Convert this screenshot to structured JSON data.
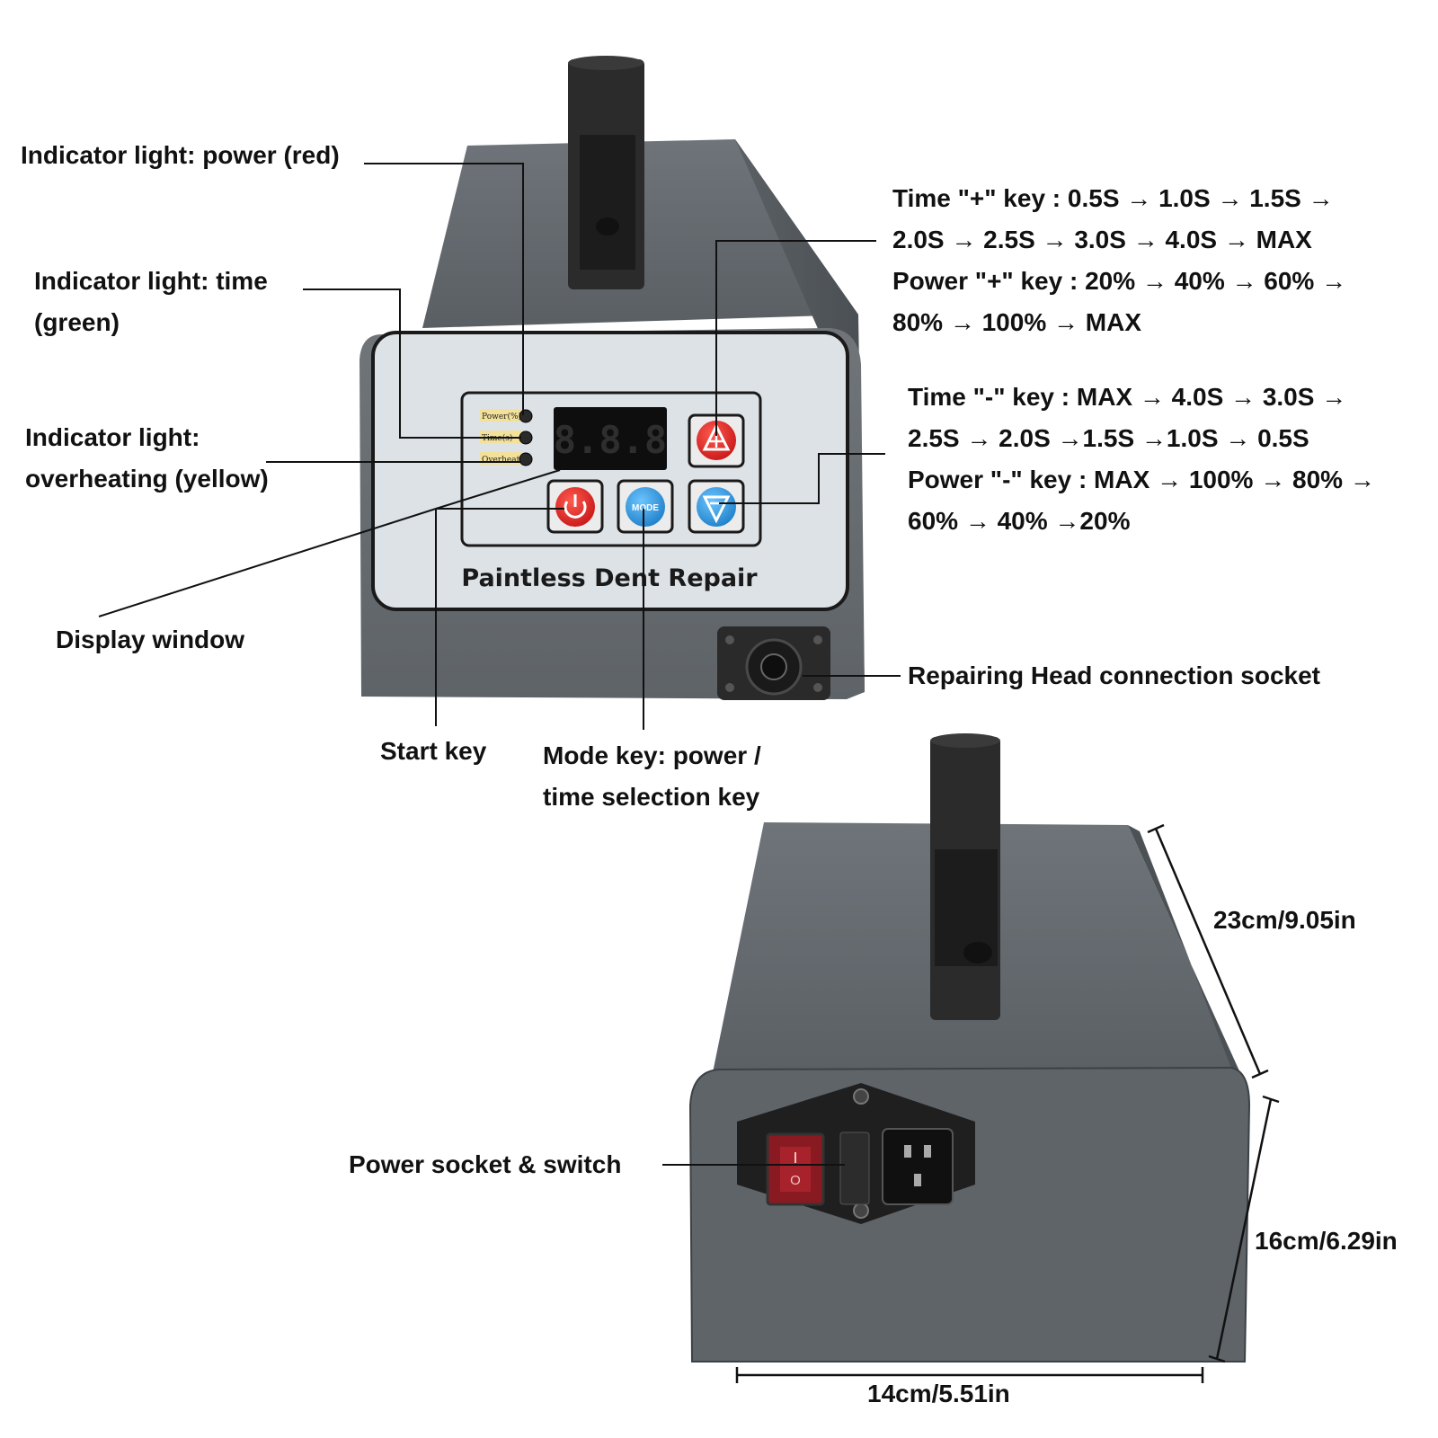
{
  "front_panel": {
    "led_labels": [
      "Power(%)",
      "Time(s)",
      "Overheat"
    ],
    "display_digits": "8.8.8",
    "mode_button_text": "MODE",
    "panel_title": "Paintless Dent Repair"
  },
  "callouts": {
    "power_light": "Indicator light: power (red)",
    "time_light": [
      "Indicator light: time",
      "(green)"
    ],
    "overheat_light": [
      "Indicator light:",
      "overheating (yellow)"
    ],
    "display_window": "Display window",
    "start_key": "Start key",
    "mode_key": [
      "Mode key: power /",
      "time selection key"
    ],
    "plus_key": [
      "Time \"+\" key : 0.5S → 1.0S → 1.5S →",
      "2.0S → 2.5S → 3.0S → 4.0S → MAX",
      "Power \"+\" key : 20% → 40% → 60% →",
      "80% → 100% → MAX"
    ],
    "minus_key": [
      "Time \"-\" key : MAX → 4.0S → 3.0S →",
      "2.5S → 2.0S →1.5S →1.0S → 0.5S",
      "Power \"-\" key : MAX → 100% → 80% →",
      "60% → 40% →20%"
    ],
    "head_socket": "Repairing Head connection socket",
    "power_socket": "Power socket & switch"
  },
  "dimensions": {
    "depth": "23cm/9.05in",
    "height": "16cm/6.29in",
    "width": "14cm/5.51in"
  },
  "colors": {
    "body_gray": "#5c6166",
    "panel_face": "#dde2e6",
    "handle": "#2a2a2a",
    "start_red": "#e32626",
    "mode_blue": "#3a9ee0",
    "plus_red": "#e32626",
    "minus_blue": "#3a9ee0",
    "led_red": "#d63a32"
  }
}
